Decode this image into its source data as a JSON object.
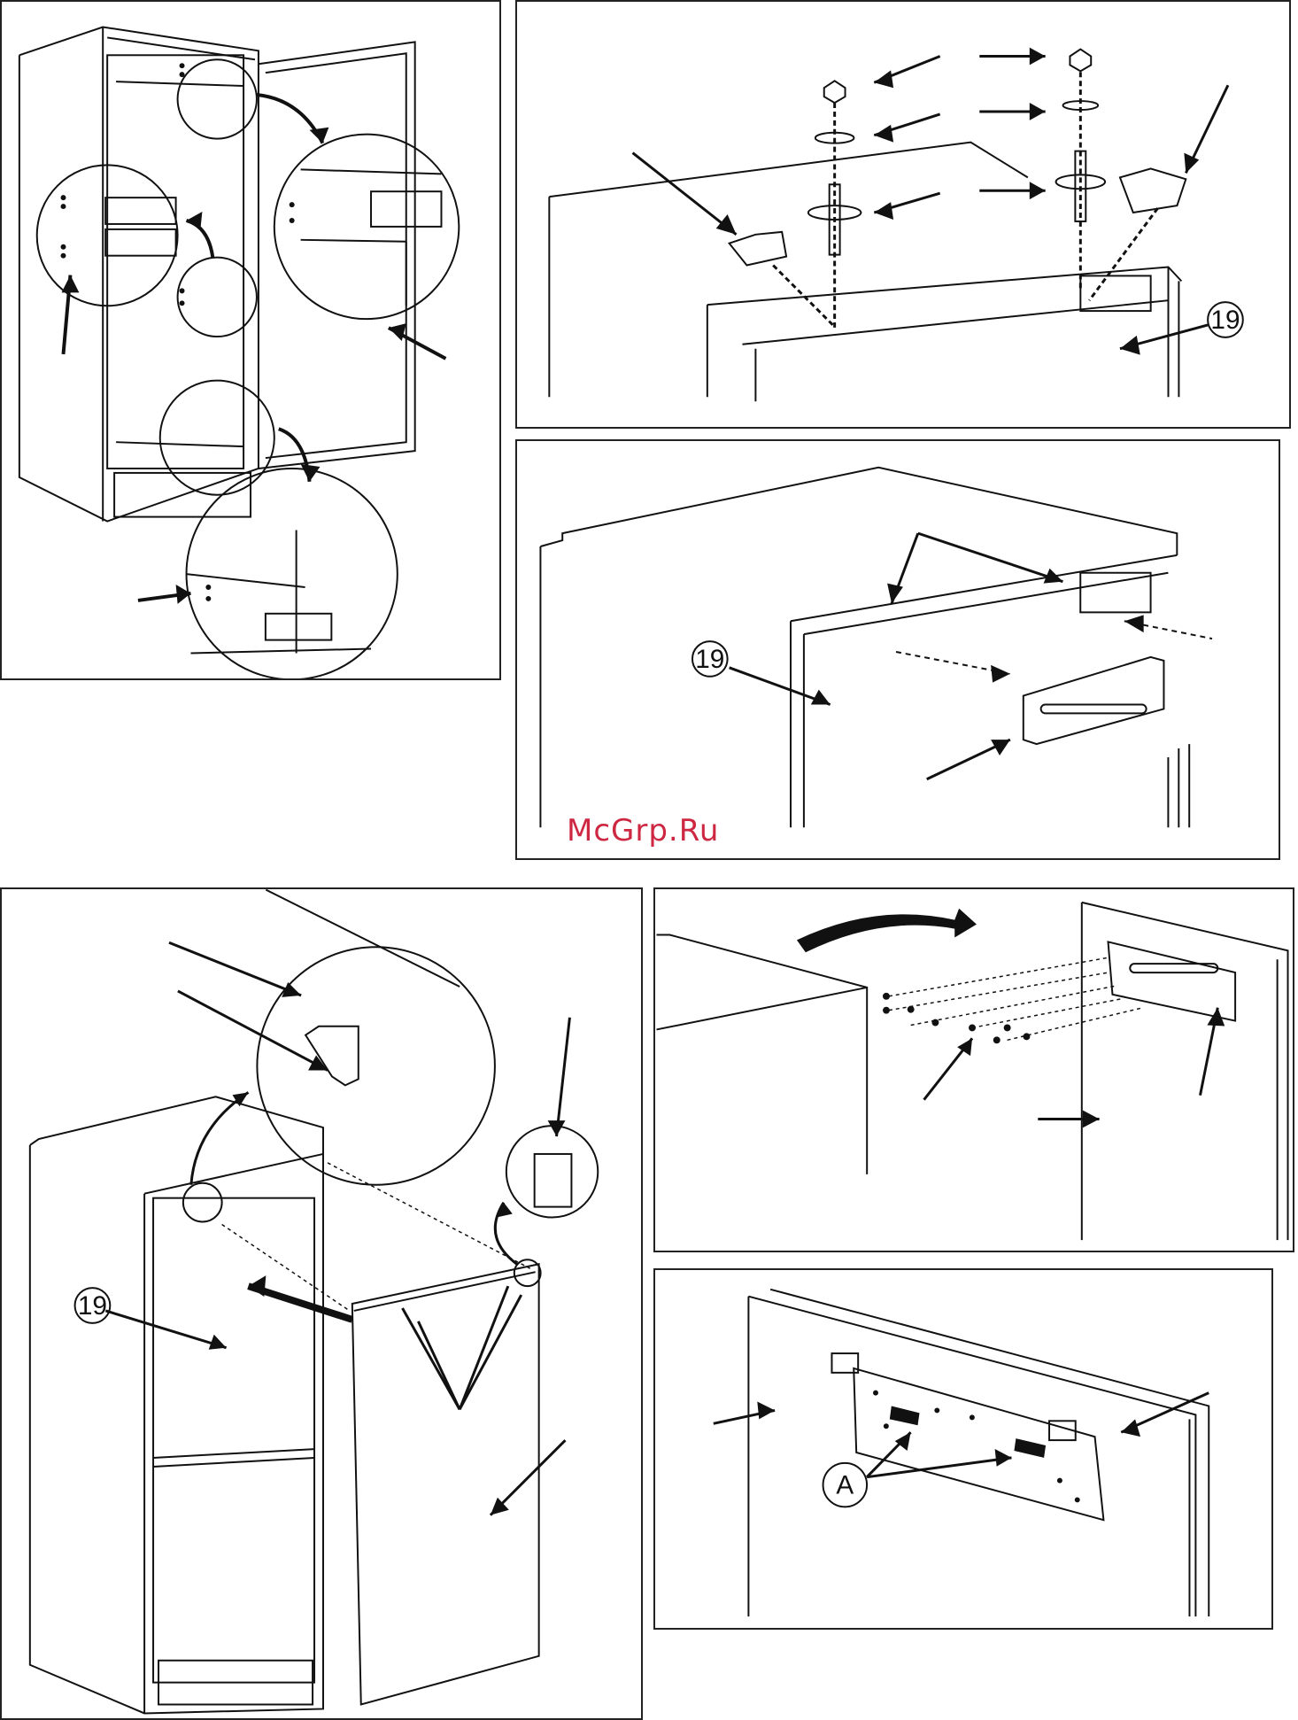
{
  "watermark": "McGrp.Ru",
  "callouts": {
    "part19": "19",
    "marker_a": "A"
  },
  "colors": {
    "line": "#111111",
    "watermark": "#c8102e"
  }
}
